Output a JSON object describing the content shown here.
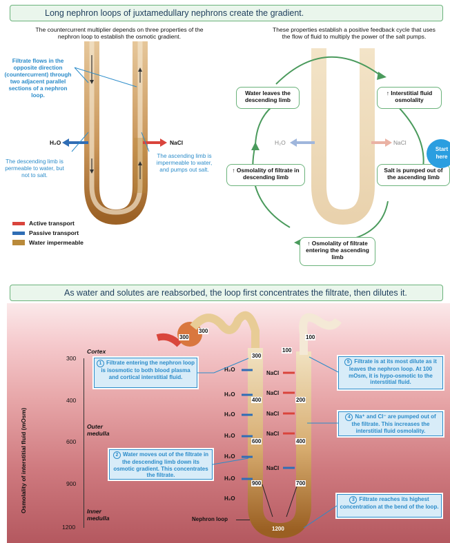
{
  "top_banner": "Long nephron loops of juxtamedullary nephrons create the gradient.",
  "left_intro": "The countercurrent multiplier depends on three properties of the nephron loop to establish the osmotic gradient.",
  "right_intro": "These properties establish a positive feedback cycle that uses the flow of fluid to multiply the power of the salt pumps.",
  "left_panel": {
    "filtrate_flow": "Filtrate flows in the opposite direction (countercurrent) through two adjacent parallel sections of a nephron loop.",
    "descending_note": "The descending limb is permeable to water, but not to salt.",
    "ascending_note": "The ascending limb is impermeable to water, and pumps out salt.",
    "h2o": "H₂O",
    "nacl": "NaCl"
  },
  "legend": {
    "active": "Active transport",
    "passive": "Passive transport",
    "impermeable": "Water impermeable",
    "colors": {
      "active": "#d9443c",
      "passive": "#2f6db5",
      "impermeable": "#b98a3a"
    }
  },
  "cycle": {
    "water_leaves": "Water leaves the descending limb",
    "interstitial": "↑ Interstitial fluid osmolality",
    "osm_desc": "↑ Osmolality of filtrate in descending limb",
    "salt_pumped": "Salt is pumped out of the ascending limb",
    "osm_asc": "↑  Osmolality of filtrate entering the ascending limb",
    "start": "Start here",
    "h2o": "H₂O",
    "nacl": "NaCl"
  },
  "bottom_banner": "As water and solutes are reabsorbed, the loop first concentrates the filtrate, then dilutes it.",
  "bottom": {
    "y_axis_label": "Osmolality of interstitial fluid (mOsm)",
    "y_ticks": [
      "300",
      "400",
      "600",
      "900",
      "1200"
    ],
    "zones": {
      "cortex": "Cortex",
      "outer": "Outer medulla",
      "inner": "Inner medulla"
    },
    "step1": "Filtrate entering the nephron loop is isosmotic to both blood plasma and cortical interstitial fluid.",
    "step2": "Water moves out of the filtrate in the descending limb down its osmotic gradient. This concentrates the filtrate.",
    "step3": "Filtrate reaches its highest concentration at the bend of the loop.",
    "step4": "Na⁺ and Cl⁻ are pumped out of the filtrate. This increases the interstitial fluid osmolality.",
    "step5": "Filtrate is at its most dilute as it leaves the nephron loop. At 100 mOsm, it is hypo-osmotic to the interstitial fluid.",
    "step_numbers": [
      "1",
      "2",
      "3",
      "4",
      "5"
    ],
    "nephron_loop": "Nephron loop",
    "h2o": "H₂O",
    "nacl": "NaCl",
    "values": {
      "glom1": "300",
      "glom2": "300",
      "top_desc": "300",
      "top_asc": "100",
      "asc_entry": "100",
      "d400": "400",
      "d600": "600",
      "d900": "900",
      "bend": "1200",
      "a200": "200",
      "a400": "400",
      "a700": "700"
    }
  }
}
